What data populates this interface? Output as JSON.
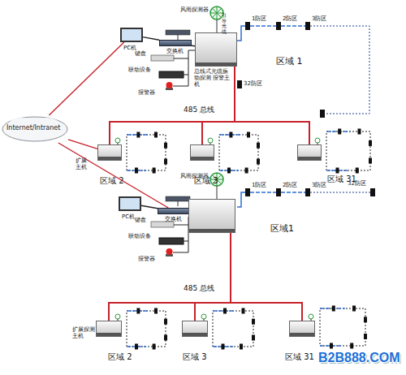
{
  "diagram": {
    "nodes": [
      {
        "text": [
          "Internet/Intranet"
        ]
      },
      {
        "text": [
          "PC机"
        ]
      },
      {
        "text": [
          "交换机"
        ]
      },
      {
        "text": [
          "总线式光缆振动探测 报警主机"
        ]
      },
      {
        "text": [
          "扩展 主机",
          "区域 2"
        ]
      },
      {
        "text": [
          "区域 3"
        ]
      },
      {
        "text": [
          "区域 31"
        ]
      },
      {
        "text": [
          "PC机"
        ]
      },
      {
        "text": [
          "交换机"
        ]
      },
      {
        "text": [
          "区域1"
        ]
      },
      {
        "text": [
          "扩展探测 主机",
          "区域 2"
        ]
      },
      {
        "text": [
          "区域 3"
        ]
      },
      {
        "text": [
          "区域 31"
        ]
      }
    ],
    "edges": [
      {
        "from": 0,
        "to": 1,
        "arrow": "none"
      },
      {
        "from": 0,
        "to": 4,
        "arrow": "none"
      },
      {
        "from": 0,
        "to": 8,
        "arrow": "none"
      },
      {
        "from": 1,
        "to": 2,
        "arrow": "none"
      },
      {
        "from": 2,
        "to": 3,
        "arrow": "none"
      },
      {
        "from": 3,
        "to": 4,
        "arrow": "none"
      },
      {
        "from": 3,
        "to": 5,
        "arrow": "none"
      },
      {
        "from": 3,
        "to": 6,
        "arrow": "none"
      },
      {
        "from": 7,
        "to": 8,
        "arrow": "none"
      },
      {
        "from": 8,
        "to": 9,
        "arrow": "none"
      },
      {
        "from": 9,
        "to": 10,
        "arrow": "none"
      },
      {
        "from": 9,
        "to": 11,
        "arrow": "none"
      },
      {
        "from": 9,
        "to": 12,
        "arrow": "none"
      }
    ],
    "labels": [
      "风雨探测器",
      "1防区",
      "2防区",
      "3防区",
      "32防区",
      "区域 1",
      "键盘",
      "联动设备",
      "报警器",
      "485 总线",
      "风雨探测器",
      "1防区",
      "2防区",
      "3防区",
      "32防区",
      "键盘",
      "联动设备",
      "报警器",
      "485 总线",
      "引导光缆",
      "B2B888.COM"
    ]
  }
}
